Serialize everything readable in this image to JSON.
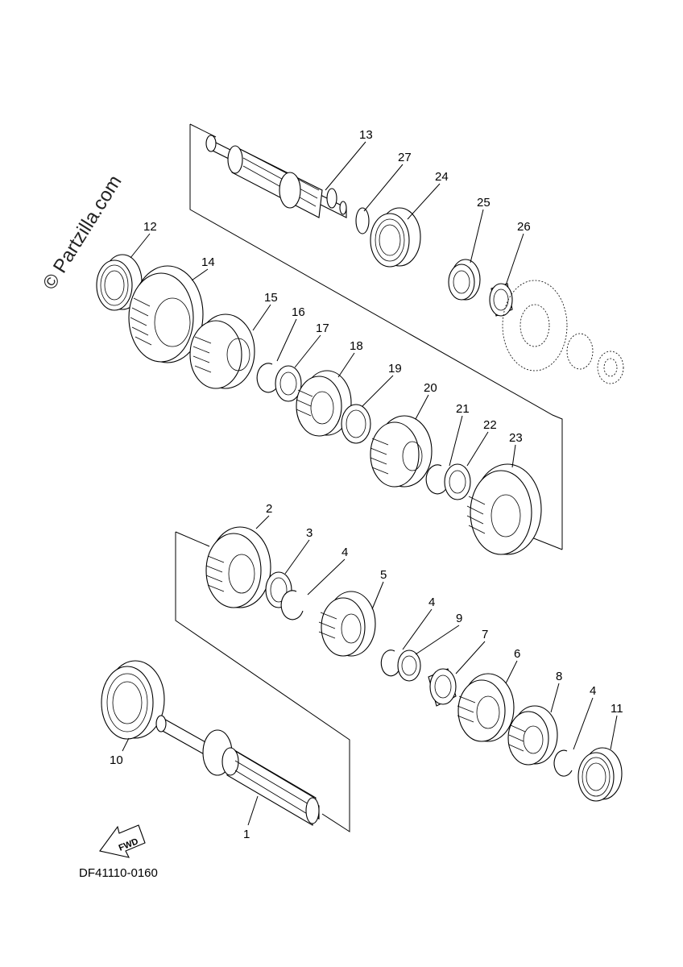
{
  "watermark": "© Partzilla.com",
  "diagram_code": "DF41110-0160",
  "fwd_label": "FWD",
  "callouts": [
    "1",
    "2",
    "3",
    "4",
    "4",
    "4",
    "4",
    "5",
    "6",
    "7",
    "8",
    "9",
    "10",
    "11",
    "12",
    "13",
    "14",
    "15",
    "16",
    "17",
    "18",
    "19",
    "20",
    "21",
    "22",
    "23",
    "24",
    "25",
    "26",
    "27"
  ]
}
